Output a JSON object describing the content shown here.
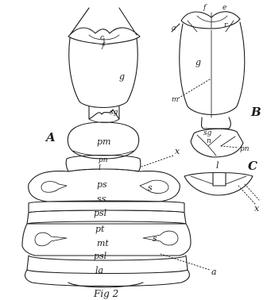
{
  "figure": {
    "caption": "Fig 2",
    "panel_labels": [
      "A",
      "B",
      "C"
    ],
    "labels_A": {
      "c": "c",
      "f": "f",
      "g": "g",
      "sg": "sg",
      "pm": "pm",
      "pn": "pn",
      "l": "l",
      "ps": "ps",
      "s1": "s",
      "ss": "ss",
      "psl": "psl",
      "pt": "pt",
      "s2": "s",
      "mt": "mt",
      "psl2": "psl",
      "la": "la",
      "x": "x",
      "ax": "a"
    },
    "labels_B": {
      "f": "f",
      "e": "e",
      "a": "a",
      "r": "r",
      "g": "g",
      "m": "m",
      "sg": "sg",
      "n": "n",
      "pn": "pn"
    },
    "labels_C": {
      "l": "l",
      "x": "x"
    }
  }
}
